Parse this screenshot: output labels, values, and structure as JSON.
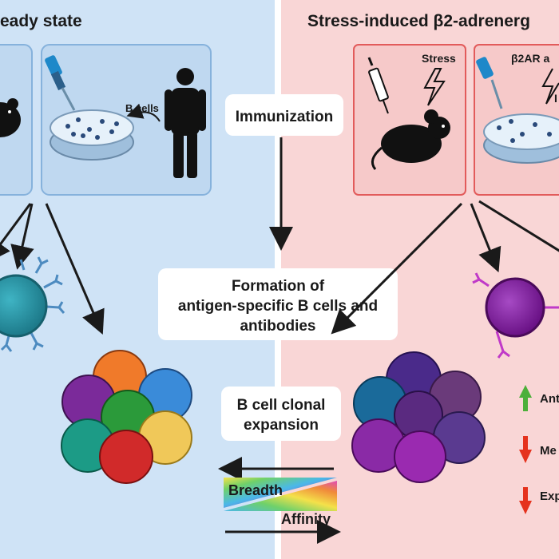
{
  "left_panel": {
    "title": "eady state",
    "bcells_label": "B cells"
  },
  "right_panel": {
    "title": "Stress-induced β2-adrenerg",
    "stress_label": "Stress",
    "agonist_label": "β2AR a",
    "partial_label": "I",
    "indicators": [
      {
        "label": "Ant",
        "direction": "up",
        "color": "#4caf3a"
      },
      {
        "label": "Me",
        "direction": "down",
        "color": "#e5321d"
      },
      {
        "label": "Exp",
        "direction": "down",
        "color": "#e5321d"
      }
    ]
  },
  "center": {
    "immunization": "Immunization",
    "formation_line1": "Formation of",
    "formation_line2": "antigen-specific B cells and",
    "formation_line3": "antibodies",
    "expansion_line1": "B cell clonal",
    "expansion_line2": "expansion"
  },
  "gradient_legend": {
    "breadth": "Breadth",
    "affinity": "Affinity"
  },
  "colors": {
    "left_bg": "#cfe3f6",
    "right_bg": "#f9d6d6",
    "left_box_stroke": "#86b2dc",
    "right_box_stroke": "#e25b5b",
    "cell_teal": "#2a97a8",
    "cell_purple": "#8a1fa6"
  },
  "left_cluster_colors": [
    "#f07a2a",
    "#3a8bd9",
    "#7b2a9a",
    "#2b9a3a",
    "#f0c859",
    "#1c9b86",
    "#d12a2a"
  ],
  "right_cluster_colors": [
    "#4a2a8a",
    "#4d2c80",
    "#1a6a9a",
    "#8a3a9a",
    "#6a3a7a",
    "#8a2aa6",
    "#5a3a90",
    "#9a2ab0"
  ]
}
